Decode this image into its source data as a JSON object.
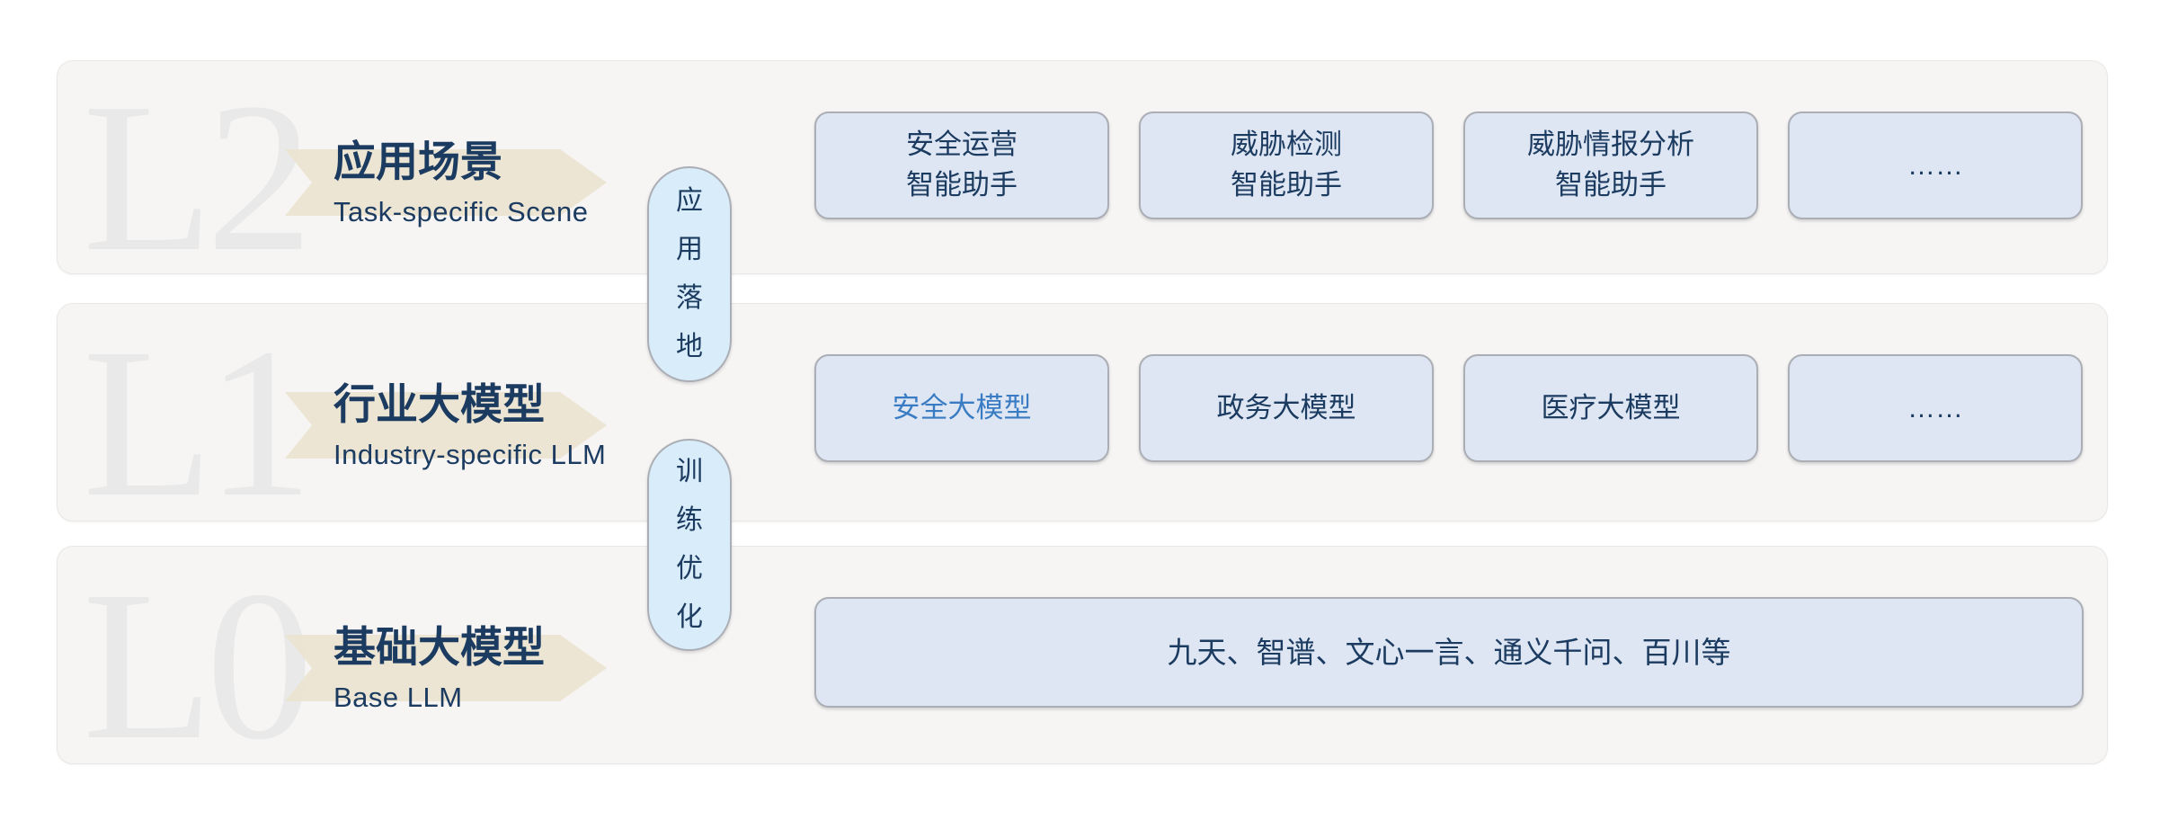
{
  "diagram": {
    "layers": [
      {
        "id": "l2",
        "watermark": "L2",
        "title": "应用场景",
        "subtitle": "Task-specific Scene",
        "boxes": [
          {
            "label": "安全运营\n智能助手"
          },
          {
            "label": "威胁检测\n智能助手"
          },
          {
            "label": "威胁情报分析\n智能助手"
          },
          {
            "label": "……"
          }
        ]
      },
      {
        "id": "l1",
        "watermark": "L1",
        "title": "行业大模型",
        "subtitle": "Industry-specific LLM",
        "boxes": [
          {
            "label": "安全大模型",
            "highlight": true
          },
          {
            "label": "政务大模型"
          },
          {
            "label": "医疗大模型"
          },
          {
            "label": "……"
          }
        ]
      },
      {
        "id": "l0",
        "watermark": "L0",
        "title": "基础大模型",
        "subtitle": "Base LLM",
        "boxes": [
          {
            "label": "九天、智谱、文心一言、通义千问、百川等"
          }
        ]
      }
    ],
    "connectors": [
      {
        "id": "deploy",
        "label": "应\n用\n落\n地"
      },
      {
        "id": "train",
        "label": "训\n练\n优\n化"
      }
    ],
    "colors": {
      "title_navy": "#1c3b60",
      "highlight_blue": "#3a7cc3",
      "box_fill": "#dee6f3",
      "box_border": "#abaeb5",
      "pill_fill": "#d9ecf9",
      "banner_beige": "#ebe3cf",
      "panel_bg": "#f6f5f4",
      "watermark_gray": "#e9e9e9"
    }
  }
}
